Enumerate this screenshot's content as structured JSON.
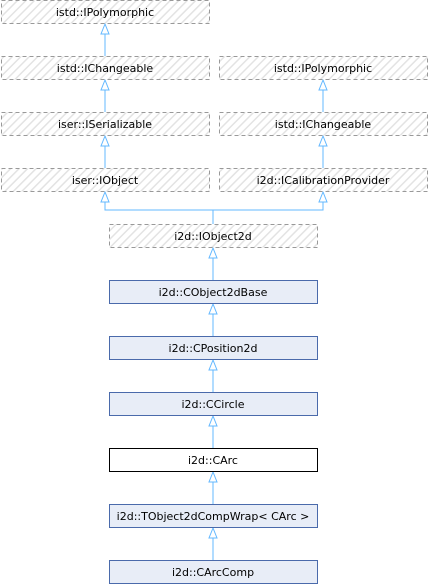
{
  "diagram": {
    "nodes": [
      {
        "id": "n0",
        "label": "istd::IPolymorphic",
        "style": "dashed"
      },
      {
        "id": "n1",
        "label": "istd::IChangeable",
        "style": "dashed"
      },
      {
        "id": "n2",
        "label": "istd::IPolymorphic",
        "style": "dashed"
      },
      {
        "id": "n3",
        "label": "iser::ISerializable",
        "style": "dashed"
      },
      {
        "id": "n4",
        "label": "istd::IChangeable",
        "style": "dashed"
      },
      {
        "id": "n5",
        "label": "iser::IObject",
        "style": "dashed"
      },
      {
        "id": "n6",
        "label": "i2d::ICalibrationProvider",
        "style": "dashed"
      },
      {
        "id": "n7",
        "label": "i2d::IObject2d",
        "style": "dashed"
      },
      {
        "id": "n8",
        "label": "i2d::CObject2dBase",
        "style": "solid"
      },
      {
        "id": "n9",
        "label": "i2d::CPosition2d",
        "style": "solid"
      },
      {
        "id": "n10",
        "label": "i2d::CCircle",
        "style": "solid"
      },
      {
        "id": "n11",
        "label": "i2d::CArc",
        "style": "current"
      },
      {
        "id": "n12",
        "label": "i2d::TObject2dCompWrap< CArc >",
        "style": "solid"
      },
      {
        "id": "n13",
        "label": "i2d::CArcComp",
        "style": "solid"
      }
    ],
    "edges": [
      {
        "from": "n1",
        "to": "n0"
      },
      {
        "from": "n3",
        "to": "n1"
      },
      {
        "from": "n4",
        "to": "n2"
      },
      {
        "from": "n5",
        "to": "n3"
      },
      {
        "from": "n6",
        "to": "n4"
      },
      {
        "from": "n7",
        "to": "n5"
      },
      {
        "from": "n7",
        "to": "n6"
      },
      {
        "from": "n8",
        "to": "n7"
      },
      {
        "from": "n9",
        "to": "n8"
      },
      {
        "from": "n10",
        "to": "n9"
      },
      {
        "from": "n11",
        "to": "n10"
      },
      {
        "from": "n12",
        "to": "n11"
      },
      {
        "from": "n13",
        "to": "n12"
      }
    ],
    "colors": {
      "dashed_border": "#999999",
      "solid_border": "#4a6aab",
      "solid_fill": "#e8edf7",
      "current_border": "#000000",
      "current_fill": "#ffffff",
      "edge": "#63b8ff",
      "hatch": "#e3e3e3"
    }
  }
}
